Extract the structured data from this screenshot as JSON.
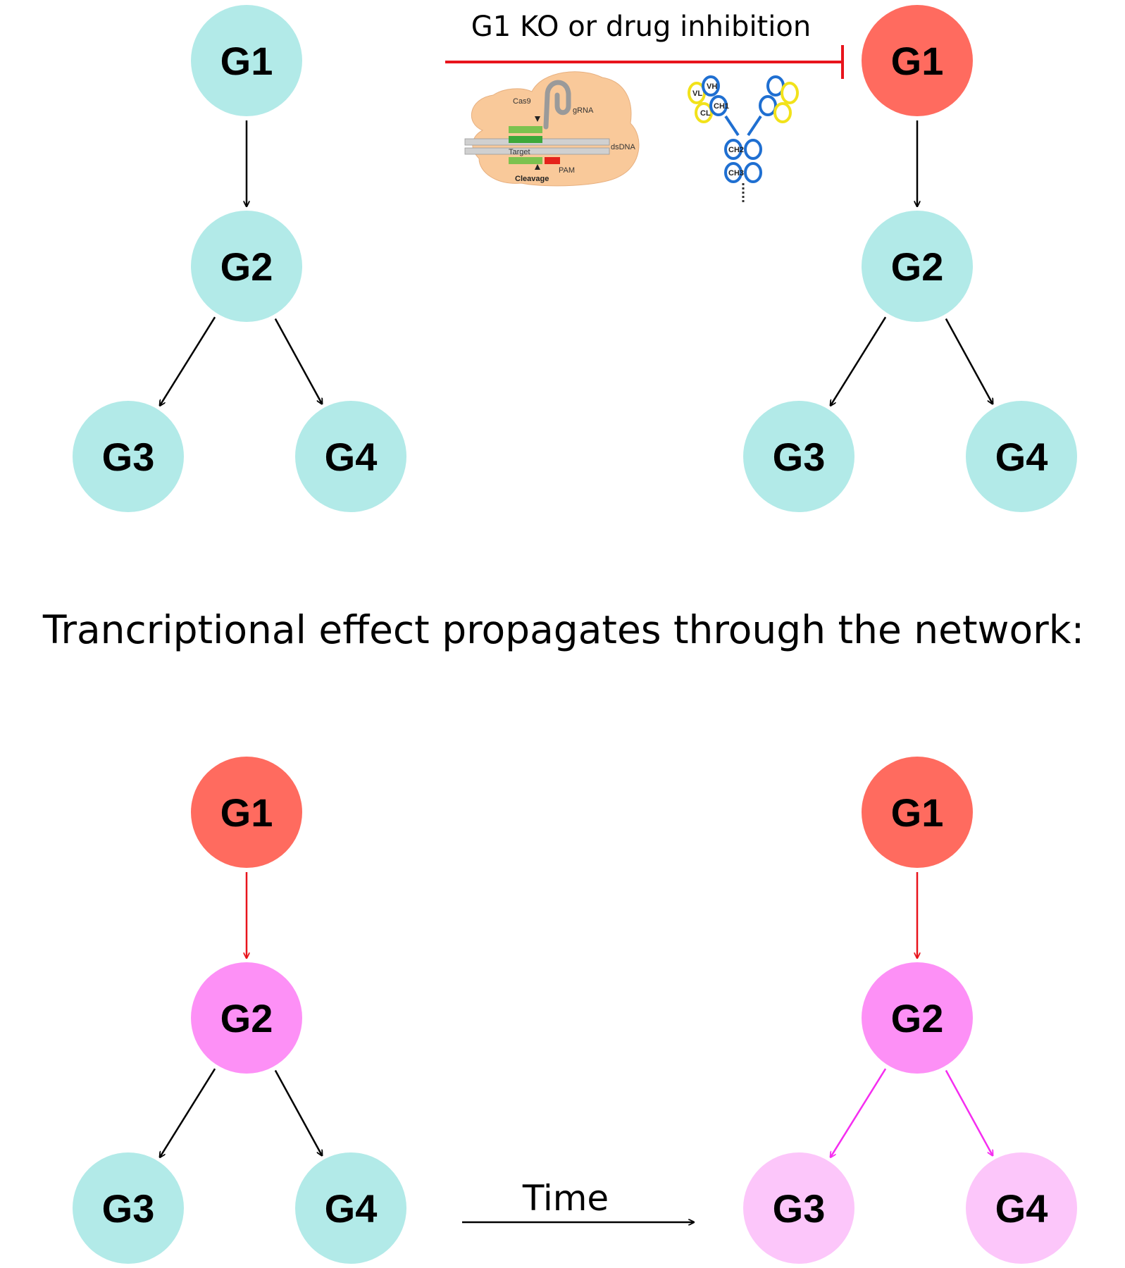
{
  "inhibition_label": "G1 KO or drug inhibition",
  "propagation_caption": "Trancriptional effect propagates through the network:",
  "time_label": "Time",
  "crispr_illustration": {
    "labels": [
      "Cas9",
      "gRNA",
      "dsDNA",
      "Target",
      "PAM",
      "Cleavage"
    ]
  },
  "antibody_illustration": {
    "labels": [
      "VH",
      "VL",
      "CH1",
      "CL",
      "CH2",
      "CH3"
    ]
  },
  "colors": {
    "normal": "#b2eae8",
    "inhibited": "#ff6b5f",
    "affected": "#fd90f6",
    "affected_later": "#fcc6fa",
    "inhibition_line": "#e8141c",
    "propagation_edge_red": "#e8141c",
    "propagation_edge_magenta": "#f52df0"
  },
  "panels": [
    {
      "id": "baseline",
      "nodes": [
        {
          "label": "G1",
          "state": "normal"
        },
        {
          "label": "G2",
          "state": "normal"
        },
        {
          "label": "G3",
          "state": "normal"
        },
        {
          "label": "G4",
          "state": "normal"
        }
      ],
      "edges": [
        [
          "G1",
          "G2",
          "black"
        ],
        [
          "G2",
          "G3",
          "black"
        ],
        [
          "G2",
          "G4",
          "black"
        ]
      ]
    },
    {
      "id": "perturbed",
      "nodes": [
        {
          "label": "G1",
          "state": "inhibited"
        },
        {
          "label": "G2",
          "state": "normal"
        },
        {
          "label": "G3",
          "state": "normal"
        },
        {
          "label": "G4",
          "state": "normal"
        }
      ],
      "edges": [
        [
          "G1",
          "G2",
          "black"
        ],
        [
          "G2",
          "G3",
          "black"
        ],
        [
          "G2",
          "G4",
          "black"
        ]
      ]
    },
    {
      "id": "early",
      "nodes": [
        {
          "label": "G1",
          "state": "inhibited"
        },
        {
          "label": "G2",
          "state": "affected"
        },
        {
          "label": "G3",
          "state": "normal"
        },
        {
          "label": "G4",
          "state": "normal"
        }
      ],
      "edges": [
        [
          "G1",
          "G2",
          "red"
        ],
        [
          "G2",
          "G3",
          "black"
        ],
        [
          "G2",
          "G4",
          "black"
        ]
      ]
    },
    {
      "id": "late",
      "nodes": [
        {
          "label": "G1",
          "state": "inhibited"
        },
        {
          "label": "G2",
          "state": "affected"
        },
        {
          "label": "G3",
          "state": "affected_later"
        },
        {
          "label": "G4",
          "state": "affected_later"
        }
      ],
      "edges": [
        [
          "G1",
          "G2",
          "red"
        ],
        [
          "G2",
          "G3",
          "magenta"
        ],
        [
          "G2",
          "G4",
          "magenta"
        ]
      ]
    }
  ]
}
